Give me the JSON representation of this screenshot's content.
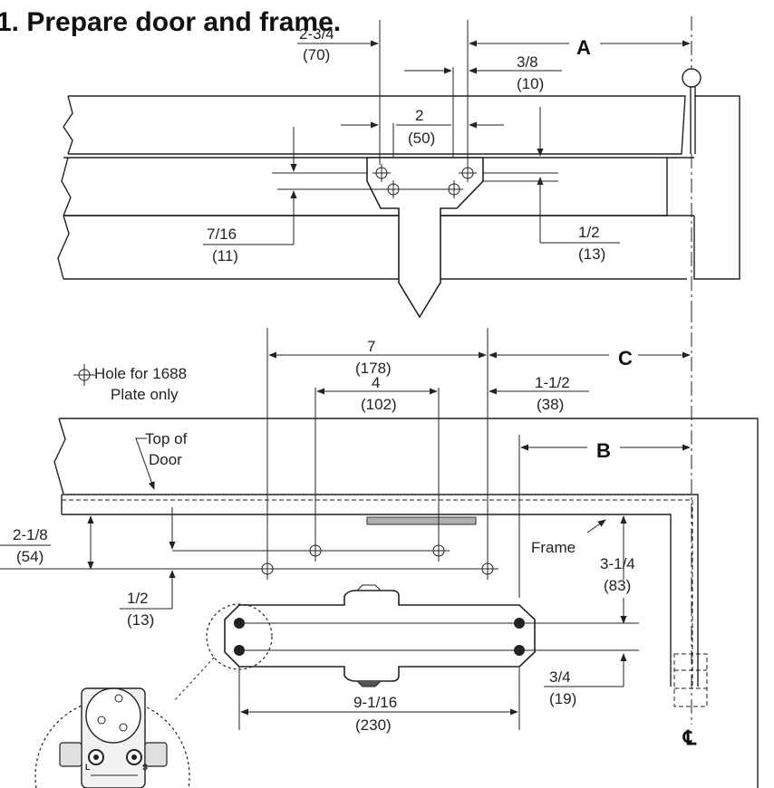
{
  "title": "1. Prepare door and frame.",
  "door_view": {
    "dim_a_label": "A",
    "dim_2_3_4": "2-3/4",
    "dim_2_3_4_mm": "(70)",
    "dim_3_8": "3/8",
    "dim_3_8_mm": "(10)",
    "dim_2": "2",
    "dim_2_mm": "(50)",
    "dim_7_16": "7/16",
    "dim_7_16_mm": "(11)",
    "dim_1_2": "1/2",
    "dim_1_2_mm": "(13)"
  },
  "frame_view": {
    "dim_c_label": "C",
    "dim_b_label": "B",
    "dim_7": "7",
    "dim_7_mm": "(178)",
    "dim_4": "4",
    "dim_4_mm": "(102)",
    "dim_1_1_2": "1-1/2",
    "dim_1_1_2_mm": "(38)",
    "legend_line1": "Hole for 1688",
    "legend_line2": "Plate only",
    "top_of_door_line1": "Top of",
    "top_of_door_line2": "Door",
    "frame_label": "Frame",
    "dim_2_1_8": "2-1/8",
    "dim_2_1_8_mm": "(54)",
    "dim_1_2b": "1/2",
    "dim_1_2b_mm": "(13)",
    "dim_3_1_4": "3-1/4",
    "dim_3_1_4_mm": "(83)",
    "dim_3_4": "3/4",
    "dim_3_4_mm": "(19)",
    "dim_9_1_16": "9-1/16",
    "dim_9_1_16_mm": "(230)",
    "centerline_symbol": "℄"
  },
  "closer_detail": {
    "left_mark": "L",
    "right_mark": "S"
  }
}
